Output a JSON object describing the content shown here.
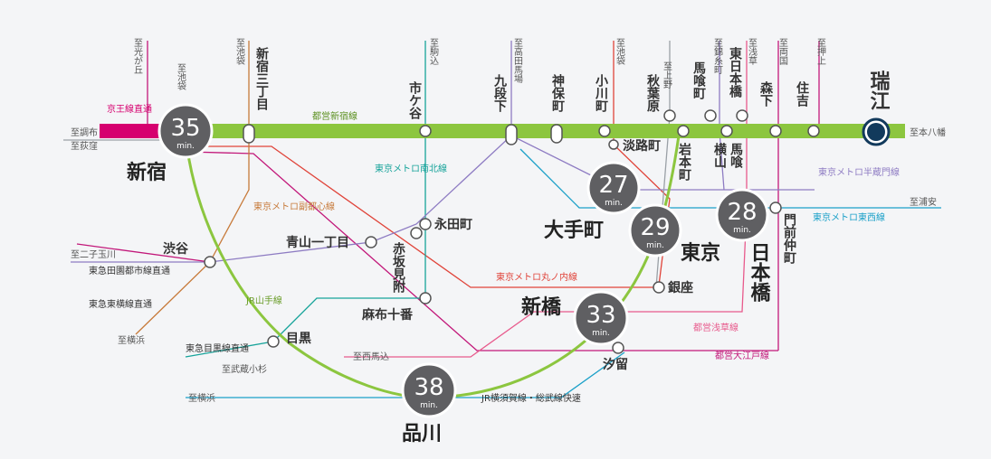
{
  "colors": {
    "shinjuku_line": "#8cc63f",
    "keio": "#d6006f",
    "yamanote": "#8cc63f",
    "fukutoshin": "#c77a3a",
    "namboku": "#16a39a",
    "marunouchi": "#e0443a",
    "hanzomon": "#8e7cc3",
    "tozai": "#1aa0c8",
    "asakusa": "#e85a8c",
    "oedo": "#c2187a",
    "hibiya": "#9aa0a6",
    "badge": "#5f5f62",
    "mizue": "#123a5c"
  },
  "badges": {
    "shinjuku": {
      "time": "35",
      "unit": "min."
    },
    "otemachi": {
      "time": "27",
      "unit": "min."
    },
    "tokyo": {
      "time": "29",
      "unit": "min."
    },
    "nihonbashi": {
      "time": "28",
      "unit": "min."
    },
    "shimbashi": {
      "time": "33",
      "unit": "min."
    },
    "shinagawa": {
      "time": "38",
      "unit": "min."
    }
  },
  "stations": {
    "mizue": "瑞江",
    "shinjuku": "新宿",
    "shinjuku3": "新宿三丁目",
    "ichigaya": "市ケ谷",
    "kudanshita": "九段下",
    "jimbocho": "神保町",
    "ogawamachi": "小川町",
    "awajicho": "淡路町",
    "akihabara": "秋葉原",
    "iwamotocho": "岩本町",
    "bakurocho": "馬喰町",
    "higashinihombashi": "東日本橋",
    "yokoyama": "横山",
    "bakuro2": "馬喰",
    "morishita": "森下",
    "sumiyoshi": "住吉",
    "otemachi": "大手町",
    "tokyo": "東京",
    "nihonbashi": "日本橋",
    "monzen": "門前仲町",
    "nagatacho": "永田町",
    "akasaka": "赤坂見附",
    "aoyama": "青山一丁目",
    "shibuya": "渋谷",
    "ginza": "銀座",
    "shimbashi": "新橋",
    "shiodome": "汐留",
    "azabu": "麻布十番",
    "meguro": "目黒",
    "shinagawa": "品川"
  },
  "directions": {
    "mitaka": "至光が丘",
    "ikebukuro1": "至池袋",
    "ikebukuro2": "至池袋",
    "komagome": "至駒込",
    "takadanobaba": "至高田馬場",
    "ikebukuro3": "至池袋",
    "ueno": "至上野",
    "kinshicho": "至錦糸町",
    "asakusa": "至浅草",
    "ryogoku": "至両国",
    "oshiage": "至押上",
    "motoyawata": "至本八幡",
    "chofu": "至調布",
    "ogikubo": "至荻窪",
    "urayasu": "至浦安",
    "futako": "至二子玉川",
    "yokohama1": "至横浜",
    "musashikosugi": "至武蔵小杉",
    "nishimagome": "至西馬込",
    "yokohama2": "至横浜"
  },
  "lines": {
    "keio": "京王線直通",
    "shinjuku": "都営新宿線",
    "fukutoshin": "東京メトロ副都心線",
    "namboku": "東京メトロ南北線",
    "hanzomon": "東京メトロ半蔵門線",
    "tozai": "東京メトロ東西線",
    "marunouchi": "東京メトロ丸ノ内線",
    "yamanote": "JR山手線",
    "asakusa": "都営浅草線",
    "oedo": "都営大江戸線",
    "denentoshi": "東急田園都市線直通",
    "toyoko": "東急東横線直通",
    "meguro": "東急目黒線直通",
    "yokosuka": "JR横須賀線・総武線快速"
  }
}
